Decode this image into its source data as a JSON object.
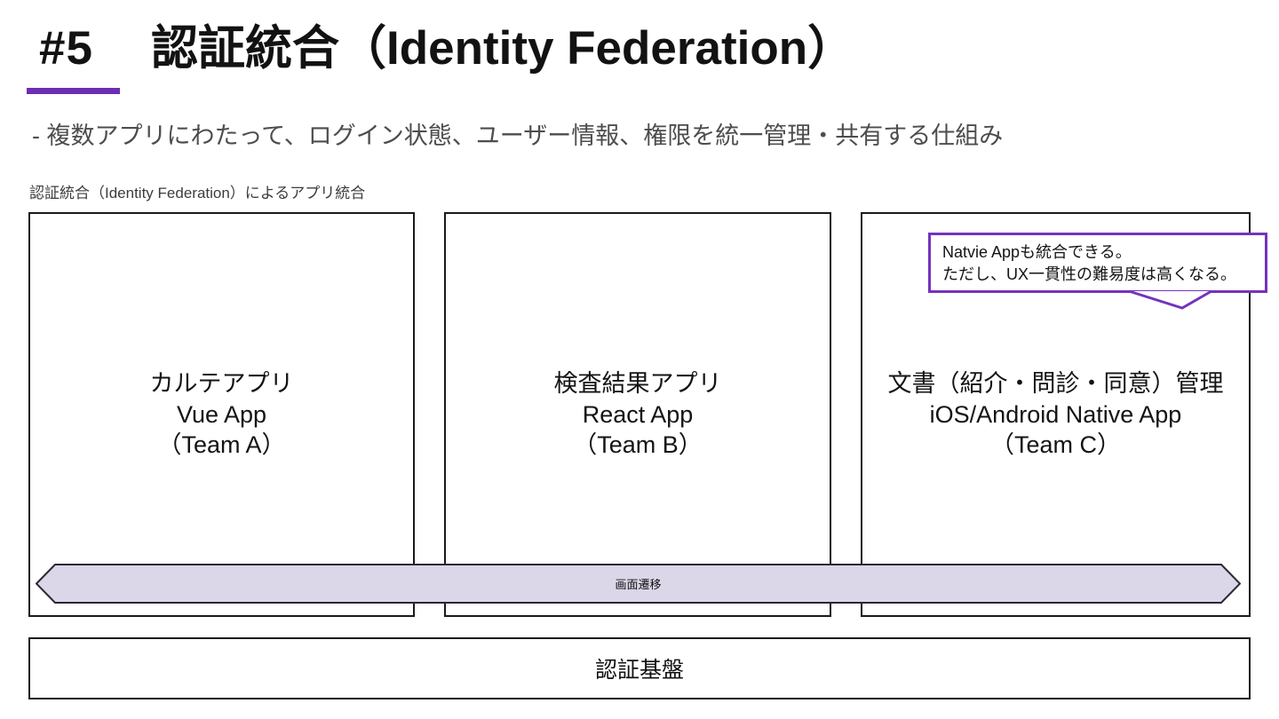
{
  "slide": {
    "number_label": "#5",
    "title": "認証統合（Identity Federation）",
    "subtitle": "- 複数アプリにわたって、ログイン状態、ユーザー情報、権限を統一管理・共有する仕組み",
    "diagram_caption": "認証統合（Identity Federation）によるアプリ統合"
  },
  "diagram": {
    "apps": [
      {
        "name": "カルテアプリ",
        "tech": "Vue App",
        "team": "（Team A）"
      },
      {
        "name": "検査結果アプリ",
        "tech": "React App",
        "team": "（Team B）"
      },
      {
        "name": "文書（紹介・問診・同意）管理",
        "tech": "iOS/Android Native App",
        "team": "（Team C）"
      }
    ],
    "callout": {
      "line1": "Natvie Appも統合できる。",
      "line2": "ただし、UX一貫性の難易度は高くなる。"
    },
    "transition_band": {
      "label": "画面遷移"
    },
    "auth_platform": {
      "label": "認証基盤"
    }
  },
  "colors": {
    "accent_purple": "#6C2EB5",
    "callout_border": "#7433BC",
    "band_fill": "#DCD6E9",
    "band_border": "#2B2733",
    "box_border": "#1A1A1A",
    "title_color": "#121212",
    "subtitle_color": "#4D4D4D",
    "caption_color": "#3C3C3C"
  }
}
